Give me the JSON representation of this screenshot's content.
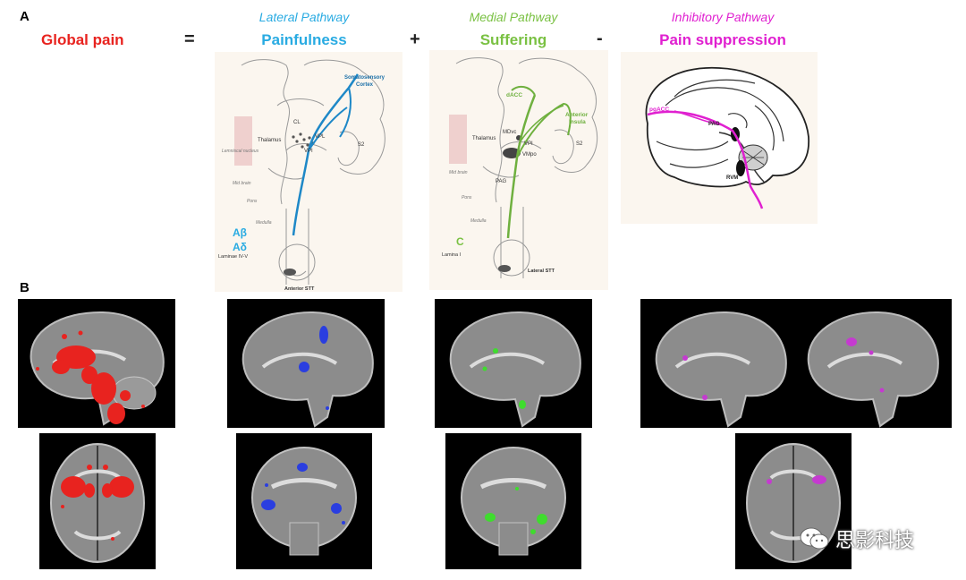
{
  "panel_a": {
    "letter": "A",
    "global": {
      "label": "Global pain",
      "color": "#e8231f"
    },
    "op_equals": "=",
    "op_plus": "+",
    "op_minus": "-",
    "lateral": {
      "pathway": "Lateral Pathway",
      "title": "Painfulness",
      "color": "#29abe2",
      "labels": {
        "cortex": "Somatosensory\nCortex",
        "cortex_1": "Somatosensory",
        "cortex_2": "Cortex",
        "cl": "CL",
        "thalamus": "Thalamus",
        "vpl": "VPL",
        "vpi": "VPI",
        "s2": "S2",
        "lemniscal": "Lemniscal\nnucleus",
        "midbrain": "Mid brain",
        "pons": "Pons",
        "medulla": "Medulla",
        "ab": "Aβ",
        "ad": "Aδ",
        "lamina": "Laminae IV-V",
        "stt": "Anterior STT"
      }
    },
    "medial": {
      "pathway": "Medial Pathway",
      "title": "Suffering",
      "color": "#7ac143",
      "labels": {
        "dacc": "dACC",
        "insula_1": "Anterior",
        "insula_2": "Insula",
        "mdvc": "MDvc",
        "vpi": "VPI",
        "vmpo": "VMpo",
        "thalamus": "Thalamus",
        "s2": "S2",
        "midbrain": "Mid brain",
        "pag": "PAG",
        "pons": "Pons",
        "medulla": "Medulla",
        "c": "C",
        "lamina": "Lamina I",
        "stt": "Lateral STT"
      }
    },
    "inhibitory": {
      "pathway": "Inhibitory Pathway",
      "title": "Pain suppression",
      "color": "#e020d0",
      "labels": {
        "pgacc": "pgACC",
        "pag": "PAG",
        "rvm": "RVM"
      }
    }
  },
  "panel_b": {
    "letter": "B",
    "colors": {
      "global": "#e8231f",
      "lateral": "#2a3ee0",
      "medial": "#3fdc2e",
      "inhibitory": "#c53ad0"
    }
  },
  "watermark": {
    "text": "思影科技",
    "icon": "wechat-icon"
  }
}
